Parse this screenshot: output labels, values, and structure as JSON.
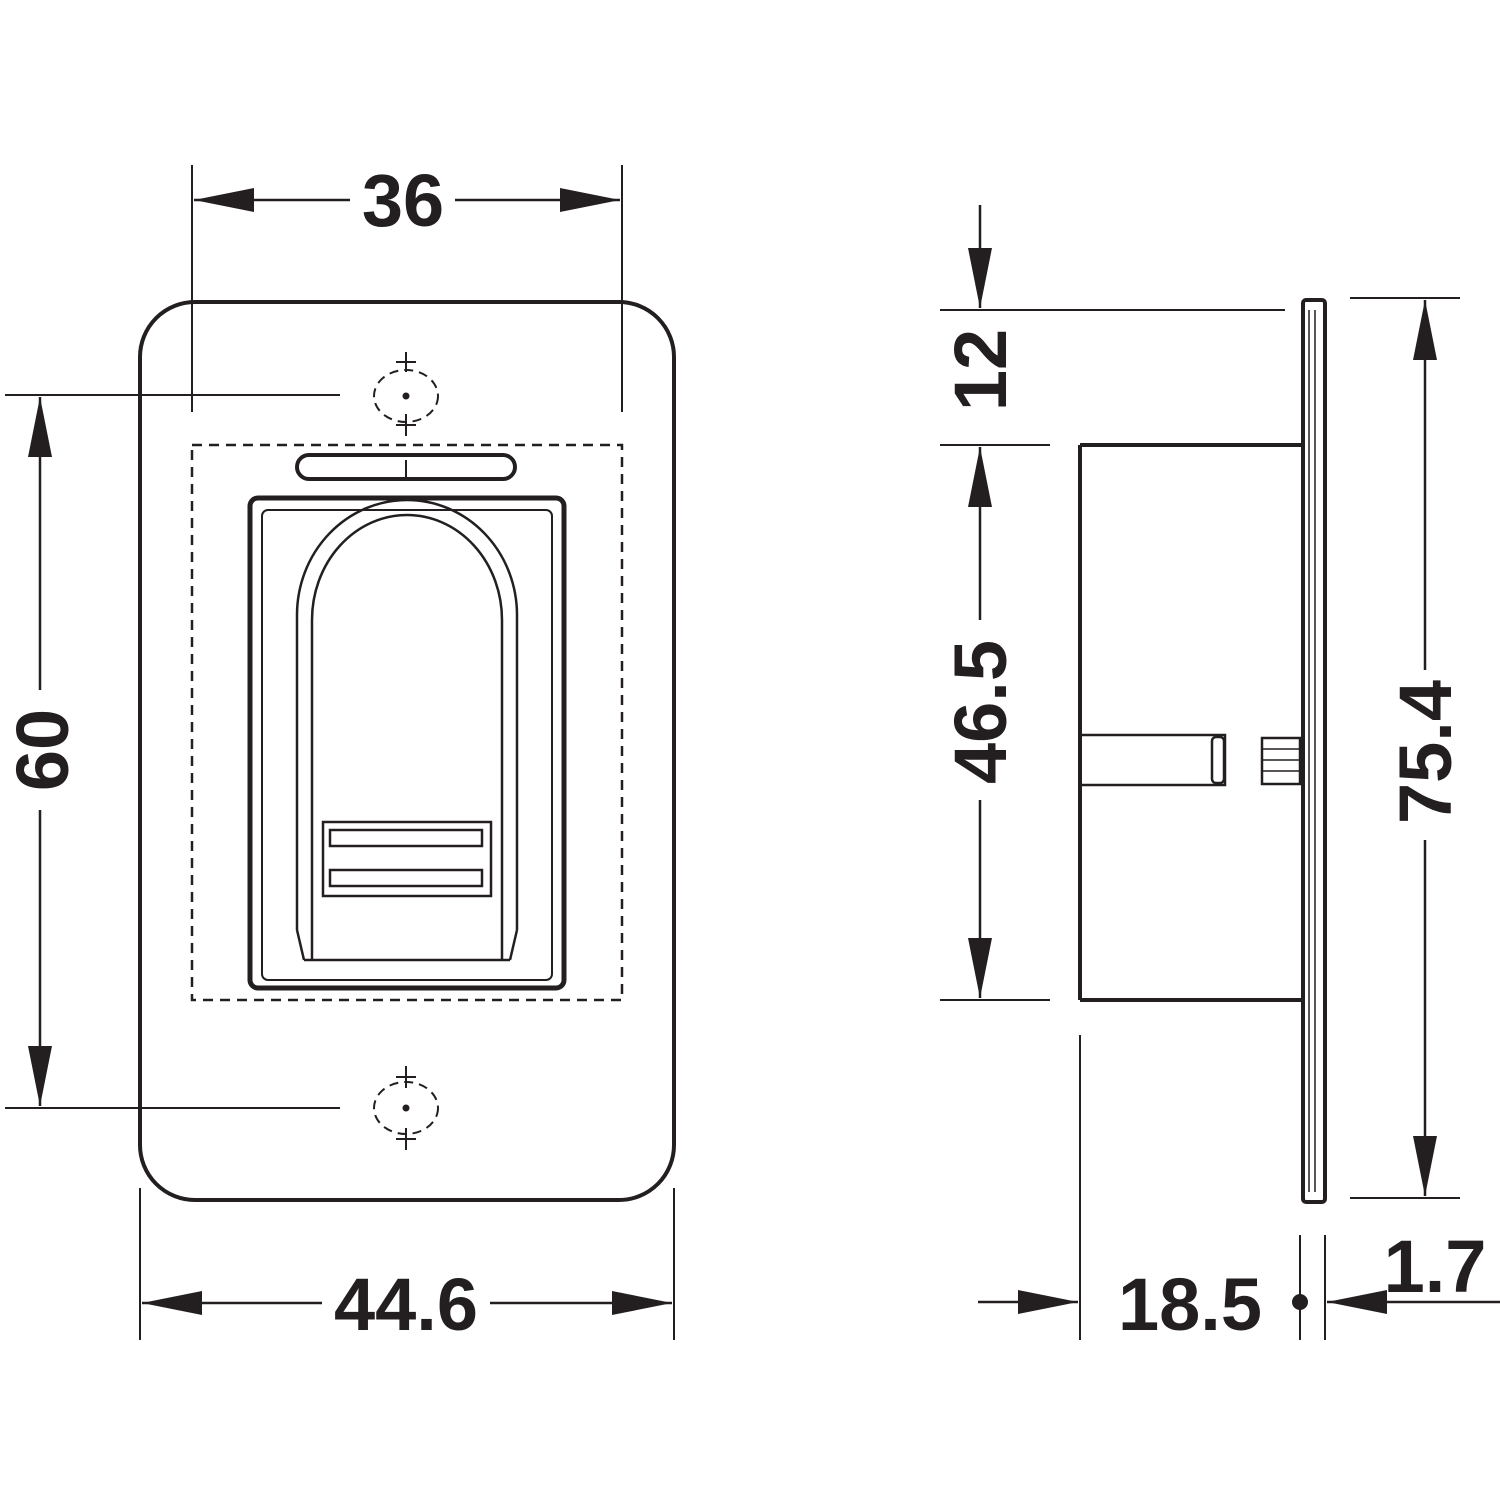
{
  "dimensions": {
    "front_inner_width": "36",
    "front_outer_width": "44.6",
    "front_hole_spacing": "60",
    "side_top_offset": "12",
    "side_body_height": "46.5",
    "side_plate_height": "75.4",
    "side_body_depth": "18.5",
    "side_plate_thickness": "1.7"
  },
  "colors": {
    "line": "#231f20",
    "background": "#ffffff"
  }
}
